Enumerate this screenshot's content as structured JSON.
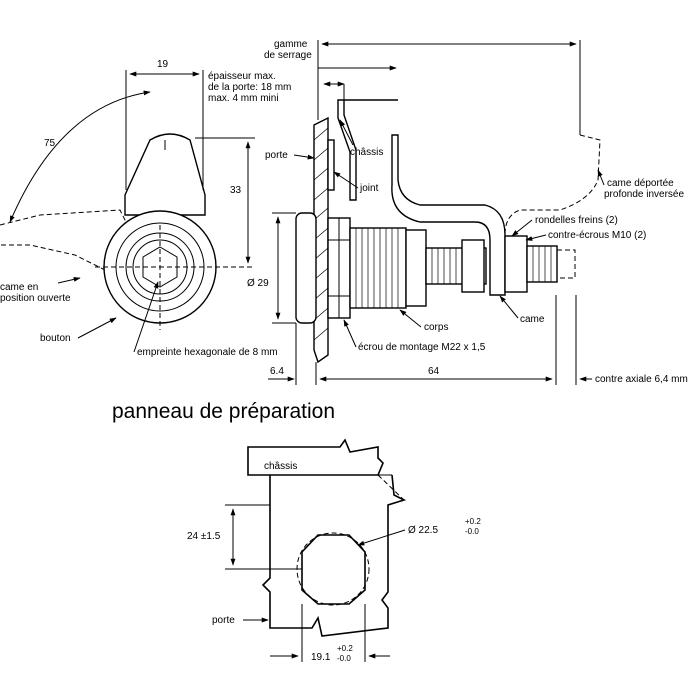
{
  "side_view": {
    "gamme_line1": "gamme",
    "gamme_line2": "de serrage",
    "epaisseur_line1": "épaisseur max.",
    "epaisseur_line2": "de la porte: 18 mm",
    "epaisseur_line3": "max. 4 mm mini",
    "chassis": "châssis",
    "porte": "porte",
    "joint": "joint",
    "came_deportee_line1": "came déportée",
    "came_deportee_line2": "profonde inversée",
    "rondelles": "rondelles freins (2)",
    "contre_ecrous": "contre-écrous M10 (2)",
    "corps": "corps",
    "came": "came",
    "ecrou": "écrou de montage M22 x 1,5",
    "dim_6_4": "6.4",
    "dim_64": "64",
    "contre_axiale": "contre axiale 6,4 mm",
    "dim_29": "Ø 29"
  },
  "front_view": {
    "dim_19": "19",
    "dim_75": "75",
    "dim_33": "33",
    "came_line1": "came en",
    "came_line2": "position ouverte",
    "bouton": "bouton",
    "empreinte": "empreinte hexagonale de 8 mm"
  },
  "panel": {
    "title": "panneau de préparation",
    "chassis": "châssis",
    "dim_24": "24 ±1.5",
    "dim_22_5": "Ø 22.5",
    "tol_22_5_plus": "+0.2",
    "tol_22_5_minus": "-0.0",
    "porte": "porte",
    "dim_19_1": "19.1",
    "tol_19_1_plus": "+0.2",
    "tol_19_1_minus": "-0.0"
  }
}
